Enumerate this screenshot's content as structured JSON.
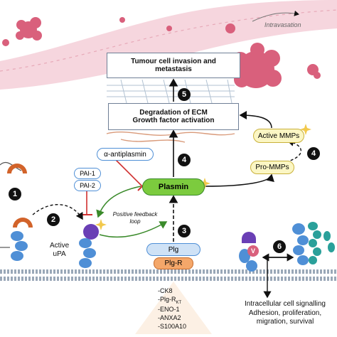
{
  "labels": {
    "intravasation": "Intravasation",
    "tumour_box": [
      "Tumour cell invasion and",
      "metastasis"
    ],
    "ecm_box": [
      "Degradation of ECM",
      "Growth factor activation"
    ],
    "active_mmps": "Active MMPs",
    "pro_mmps": "Pro-MMPs",
    "antiplasmin": "α-antiplasmin",
    "pai1": "PAI-1",
    "pai2": "PAI-2",
    "plasmin": "Plasmin",
    "feedback": [
      "Positive feedback",
      "loop"
    ],
    "active_upa": [
      "Active",
      "uPA"
    ],
    "plg": "Plg",
    "plg_r": "Plg-R",
    "v": "V",
    "receptor_list": [
      "-CK8",
      "-Plg-R",
      "-ENO-1",
      "-ANXA2",
      "-S100A10"
    ],
    "kt_subscript": "KT",
    "signalling": [
      "Intracellular cell signalling",
      "Adhesion, proliferation,",
      "migration, survival"
    ]
  },
  "steps": [
    "1",
    "2",
    "3",
    "4",
    "4",
    "5",
    "6"
  ],
  "colors": {
    "vessel": "#f2c9d3",
    "tumour": "#d9607c",
    "plasmin_fill": "#7ccb3e",
    "mmps_fill": "#fbf6c4",
    "mmps_border": "#c9b13a",
    "plg_fill": "#cfe2f6",
    "plgr_fill": "#f4a76a",
    "upa": "#6a3fb5",
    "receptor_blue": "#4f8fd6",
    "teal": "#2aa09a",
    "inhibit_red": "#d03030"
  },
  "icons": [
    "tumour-cluster-icon",
    "upa-receptor-icon",
    "integrin-icon",
    "sparkle-icon"
  ]
}
